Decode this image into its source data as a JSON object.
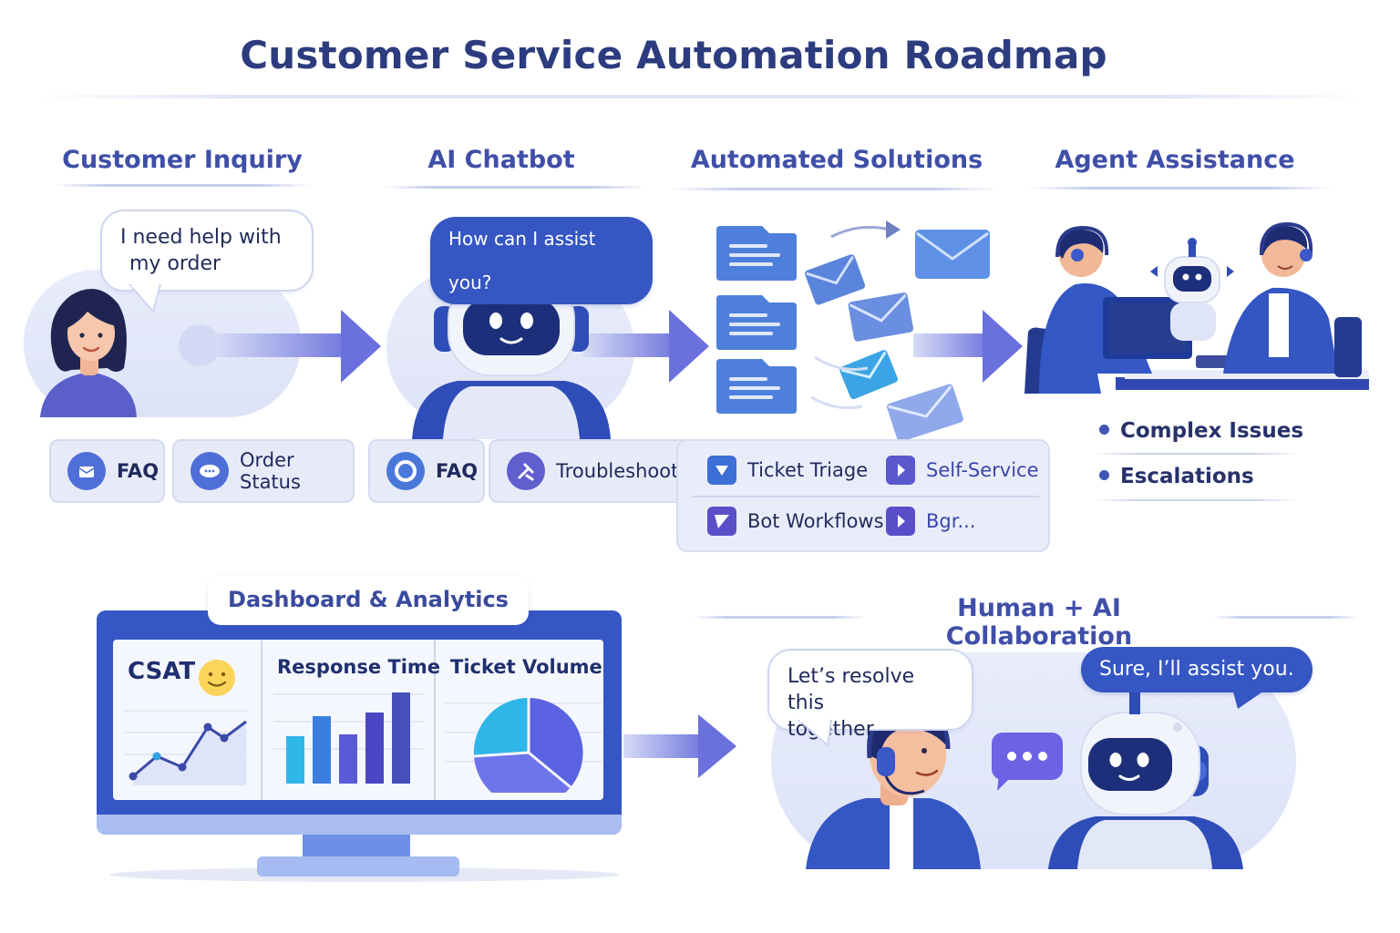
{
  "title": "Customer Service Automation Roadmap",
  "stages": [
    {
      "title": "Customer Inquiry"
    },
    {
      "title": "AI Chatbot"
    },
    {
      "title": "Automated Solutions"
    },
    {
      "title": "Agent Assistance"
    }
  ],
  "inquiry": {
    "bubble_line1": "I need help with",
    "bubble_line2": "my order",
    "chips": [
      "FAQ",
      "Order Status"
    ]
  },
  "chatbot": {
    "bubble": "How can I assist you?",
    "chips": [
      "FAQ",
      "Troubleshooting"
    ]
  },
  "solutions": {
    "items": [
      "Ticket Triage",
      "Self-Service",
      "Bot Workflows",
      "Bgr..."
    ]
  },
  "agent": {
    "bullets": [
      "Complex Issues",
      "Escalations"
    ]
  },
  "dashboard": {
    "label": "Dashboard & Analytics",
    "panels": [
      "CSAT",
      "Response Time",
      "Ticket Volume"
    ]
  },
  "collab": {
    "title": "Human + AI Collaboration",
    "human_line1": "Let’s resolve this",
    "human_line2": "together",
    "bot_reply": "Sure, I’ll assist you."
  },
  "colors": {
    "primary": "#3556c3",
    "dark": "#2c3c7e",
    "accent": "#6b73ea",
    "cyan": "#2fb6e8"
  }
}
